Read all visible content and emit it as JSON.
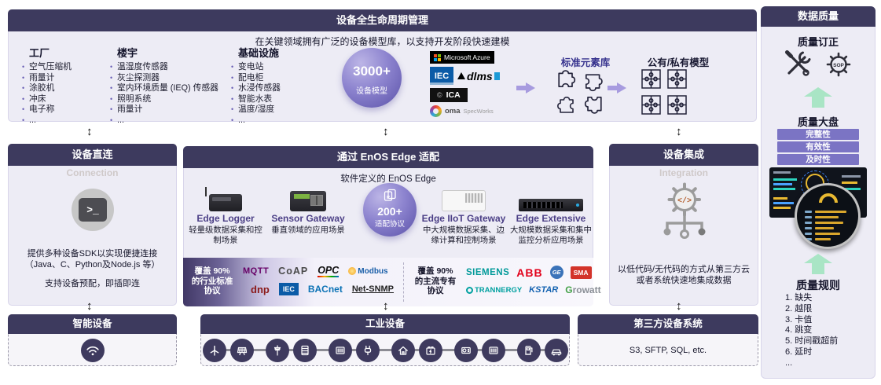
{
  "lifecycle": {
    "title": "设备全生命周期管理",
    "subtitle": "在关键领域拥有广泛的设备模型库，以支持开发阶段快速建模",
    "categories": [
      {
        "name": "工厂",
        "items": [
          "空气压缩机",
          "雨量计",
          "涂胶机",
          "冲床",
          "电子称",
          "..."
        ]
      },
      {
        "name": "楼宇",
        "items": [
          "温湿度传感器",
          "灰尘探测器",
          "室内环境质量 (IEQ) 传感器",
          "照明系统",
          "雨量计",
          "..."
        ]
      },
      {
        "name": "基础设施",
        "items": [
          "变电站",
          "配电柜",
          "水浸传感器",
          "智能水表",
          "温度/湿度",
          "..."
        ]
      }
    ],
    "model_count": "3000+",
    "model_count_label": "设备模型",
    "standards": {
      "azure": "Microsoft Azure",
      "iec": "IEC",
      "dlms": "dlms",
      "ica_prefix": "©",
      "ica": "ICA",
      "oma_short": "oma",
      "oma_rest": "SpecWorks"
    },
    "element_library_label": "标准元素库",
    "models_label": "公有/私有模型"
  },
  "direct_connection": {
    "title": "设备直连",
    "ghost": "Connection",
    "desc_line1": "提供多种设备SDK以实现便捷连接",
    "desc_line2": "（Java、C、Python及Node.js 等）",
    "desc2": "支持设备预配，即插即连"
  },
  "edge": {
    "title": "通过 EnOS Edge 适配",
    "subtitle": "软件定义的 EnOS Edge",
    "devices": [
      {
        "name": "Edge Logger",
        "desc": "轻量级数据采集和控制场景"
      },
      {
        "name": "Sensor Gateway",
        "desc": "垂直领域的应用场景"
      },
      {
        "name": "Edge IIoT Gateway",
        "desc": "中大规模数据采集、边缘计算和控制场景"
      },
      {
        "name": "Edge Extensive",
        "desc": "大规模数据采集和集中监控分析应用场景"
      }
    ],
    "protocol_count": "200+",
    "protocol_count_label": "适配协议",
    "standard_group": {
      "label_line1": "覆盖 90%",
      "label_line2": "的行业标准",
      "label_line3": "协议",
      "logos": [
        "MQTT",
        "CoAP",
        "OPC",
        "Modbus",
        "dnp",
        "IEC",
        "BACnet",
        "Net-SNMP"
      ]
    },
    "proprietary_group": {
      "label_line1": "覆盖 90%",
      "label_line2": "的主流专有",
      "label_line3": "协议",
      "logos": [
        "SIEMENS",
        "ABB",
        "GE",
        "SMA",
        "TRANNERGY",
        "KSTAR",
        "Growatt"
      ]
    }
  },
  "integration": {
    "title": "设备集成",
    "ghost": "Integration",
    "desc_line1": "以低代码/无代码的方式从第三方云",
    "desc_line2": "或者系统快速地集成数据"
  },
  "bottom": {
    "smart": {
      "title": "智能设备",
      "icons": [
        "wifi"
      ]
    },
    "industrial": {
      "title": "工业设备",
      "icons": [
        "wind-turbine",
        "solar-panel",
        "transmission-tower",
        "battery-rack",
        "transformer",
        "ev-plug",
        "house",
        "battery",
        "hvac",
        "generator",
        "fuel-pump",
        "ev-car"
      ]
    },
    "third_party": {
      "title": "第三方设备系统",
      "desc": "S3, SFTP, SQL, etc."
    }
  },
  "quality": {
    "title": "数据质量",
    "correction_title": "质量订正",
    "correction_icons": [
      "repair-tools-icon",
      "gear-sop-icon"
    ],
    "dashboard_title": "质量大盘",
    "badges": [
      "完整性",
      "有效性",
      "及时性"
    ],
    "rules_title": "质量规则",
    "rules": [
      "1. 缺失",
      "2. 越限",
      "3. 卡值",
      "4. 跳变",
      "5. 时间戳超前",
      "6. 延时",
      "..."
    ]
  }
}
